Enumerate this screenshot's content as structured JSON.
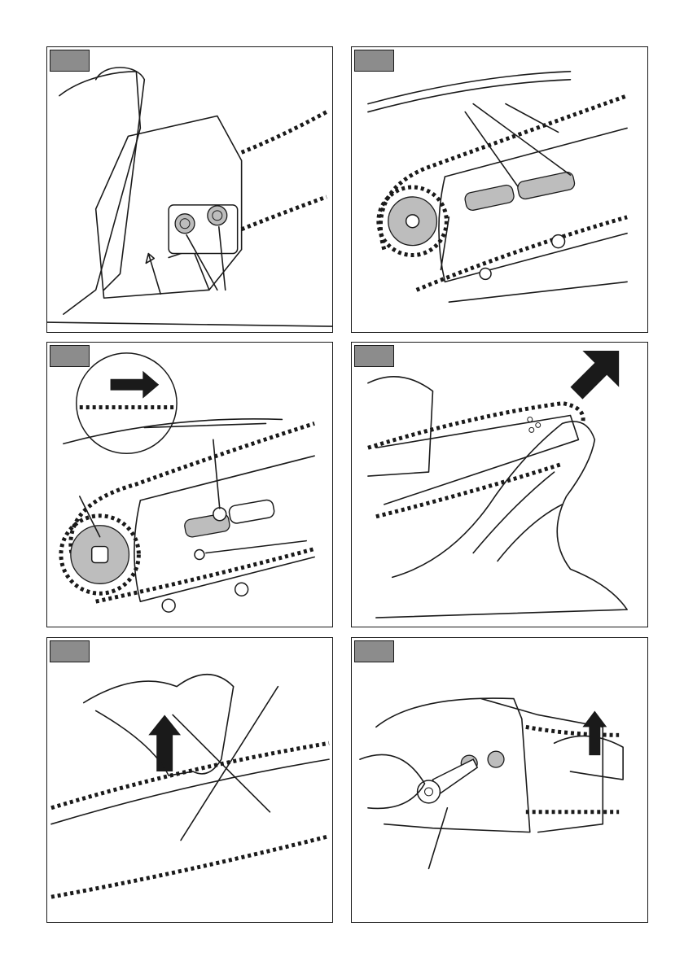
{
  "colors": {
    "label_box": "#8c8c8c",
    "line": "#1a1a1a",
    "shading": "#bdbdbd"
  },
  "panels": [
    {
      "icon": "chainsaw-side-cover-nuts-illustration"
    },
    {
      "icon": "guide-bar-studs-illustration"
    },
    {
      "icon": "chain-direction-sprocket-illustration"
    },
    {
      "icon": "gloved-hand-fitting-chain-illustration"
    },
    {
      "icon": "incorrect-chain-tension-illustration"
    },
    {
      "icon": "tightening-nuts-with-wrench-illustration"
    }
  ]
}
